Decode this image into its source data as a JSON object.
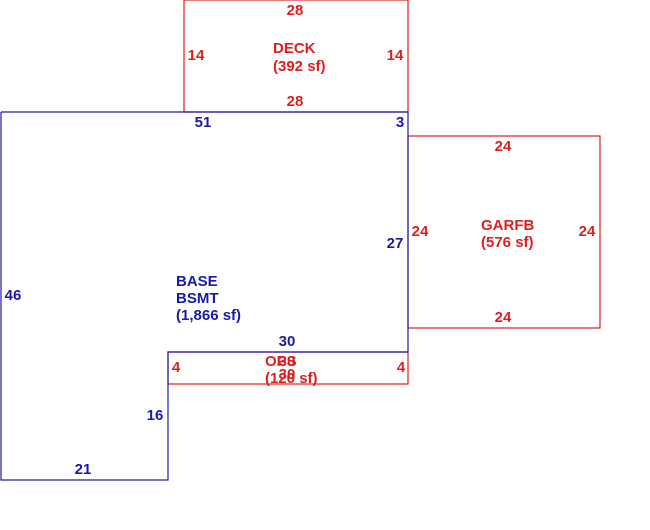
{
  "colors": {
    "main": "#1a1aa8",
    "addition": "#e01e1e"
  },
  "areas": {
    "deck": {
      "name": "DECK",
      "area": "(392 sf)",
      "dims": {
        "top": "28",
        "bottom": "28",
        "left": "14",
        "right": "14"
      }
    },
    "garfb": {
      "name": "GARFB",
      "area": "(576 sf)",
      "dims": {
        "top": "24",
        "bottom": "24",
        "left": "24",
        "right": "24"
      }
    },
    "ops": {
      "name": "OPS",
      "area": "(120 sf)",
      "dims": {
        "top": "30",
        "bottom": "30",
        "left": "4",
        "right": "4"
      }
    },
    "base": {
      "name_line1": "BASE",
      "name_line2": "BSMT",
      "area": "(1,866 sf)",
      "dims": {
        "top": "51",
        "top_right": "3",
        "right": "27",
        "step": "30",
        "inner_left": "16",
        "bottom": "21",
        "left": "46"
      }
    }
  }
}
